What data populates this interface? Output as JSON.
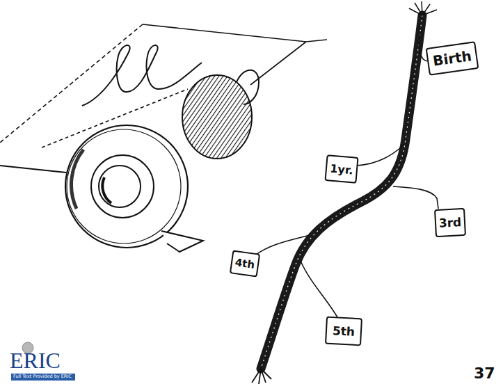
{
  "diagram": {
    "nodes": [
      {
        "text": [
          "Birth"
        ]
      },
      {
        "text": [
          "1yr."
        ]
      },
      {
        "text": [
          "3rd"
        ]
      },
      {
        "text": [
          "4th"
        ]
      },
      {
        "text": [
          "5th"
        ]
      }
    ],
    "labels": [
      "ERIC",
      "Full Text Provided by ERIC",
      "37"
    ]
  }
}
